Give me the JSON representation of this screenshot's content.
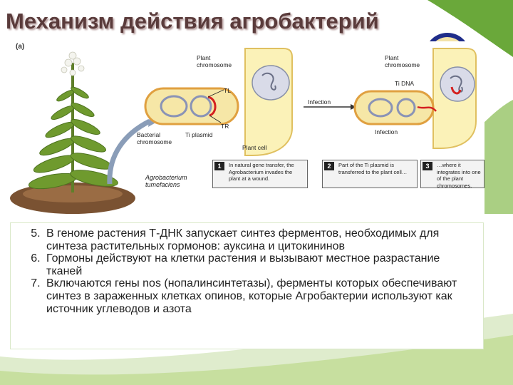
{
  "slide": {
    "title": "Механизм действия  агробактерий",
    "figure_label": "(a)",
    "diagram": {
      "plant_chromosome_1": "Plant chromosome",
      "plant_chromosome_2": "Plant chromosome",
      "tl": "TL",
      "tr": "TR",
      "bacterial_chromosome": "Bacterial chromosome",
      "ti_plasmid": "Ti plasmid",
      "plant_cell": "Plant cell",
      "infection_arrow": "Infection",
      "infection_label": "Infection",
      "ti_dna": "Ti DNA",
      "agrobacterium": "Agrobacterium tumefaciens",
      "steps": [
        {
          "num": "1",
          "text": "In natural gene transfer, the Agrobacterium invades the plant at a wound."
        },
        {
          "num": "2",
          "text": "Part of the Ti plasmid is transferred to the plant cell…"
        },
        {
          "num": "3",
          "text": "…where it integrates into one of the plant chromosomes."
        }
      ]
    },
    "points": [
      {
        "num": "5",
        "text": "В геноме растения Т-ДНК запускает синтез ферментов, необходимых для синтеза растительных гормонов: ауксина и цитокининов"
      },
      {
        "num": "6",
        "text": "Гормоны действуют на клетки растения и вызывают местное разрастание тканей"
      },
      {
        "num": "7",
        "text": "Включаются гены nos (нопалинсинтетазы), ферменты которых обеспечивают синтез в зараженных клетках опинов,  которые Агробактерии используют как источник углеводов и азота"
      }
    ]
  }
}
